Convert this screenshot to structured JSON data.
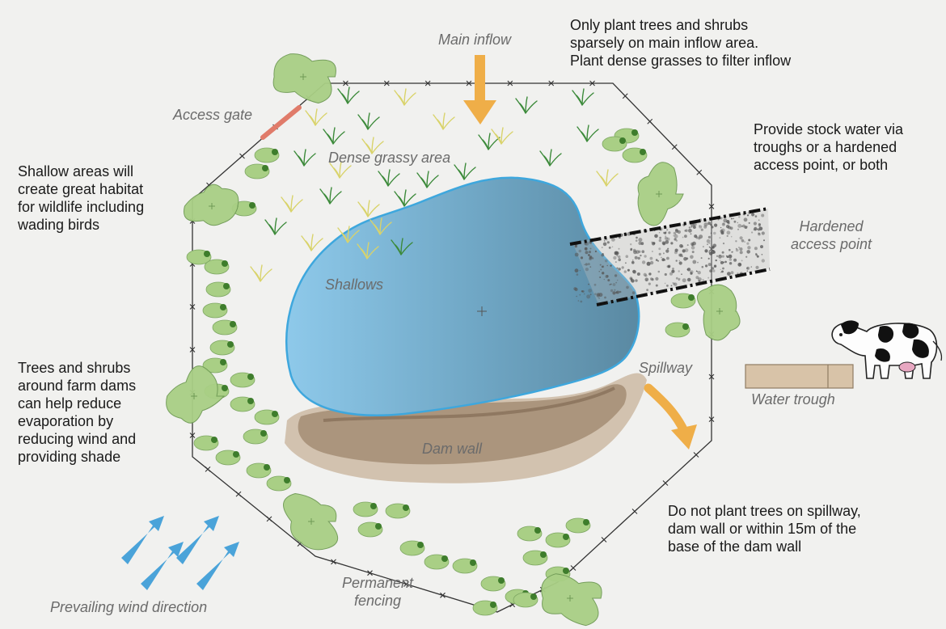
{
  "labels": {
    "main_inflow": "Main inflow",
    "access_gate": "Access gate",
    "dense_grassy_area": "Dense grassy area",
    "shallows": "Shallows",
    "hardened_access_point": "Hardened\naccess point",
    "spillway": "Spillway",
    "water_trough": "Water trough",
    "dam_wall": "Dam wall",
    "permanent_fencing": "Permanent\nfencing",
    "prevailing_wind": "Prevailing wind direction"
  },
  "notes": {
    "inflow_planting": "Only plant trees and shrubs\nsparsely on main inflow area.\nPlant dense grasses to filter inflow",
    "stock_water": "Provide stock water via\ntroughs or a hardened\naccess point, or both",
    "shallow_habitat": "Shallow areas will\ncreate great habitat\nfor wildlife including\nwading birds",
    "trees_evaporation": "Trees and shrubs\naround farm dams\ncan help reduce\nevaporation by\nreducing wind and\nproviding shade",
    "spillway_warning": "Do not plant trees on spillway,\ndam wall or within 15m of the\nbase of the dam wall"
  },
  "colors": {
    "water_light": "#8ec9ea",
    "water_dark": "#5d8fa8",
    "water_edge": "#3ea7dd",
    "arrow_orange": "#efae48",
    "wind_blue": "#4aa3d9",
    "foliage": "#a9cf85",
    "foliage_dark": "#3e7d2c",
    "dam_wall": "#a58d74",
    "gate": "#e07b6a",
    "trough": "#d8c3a8"
  }
}
